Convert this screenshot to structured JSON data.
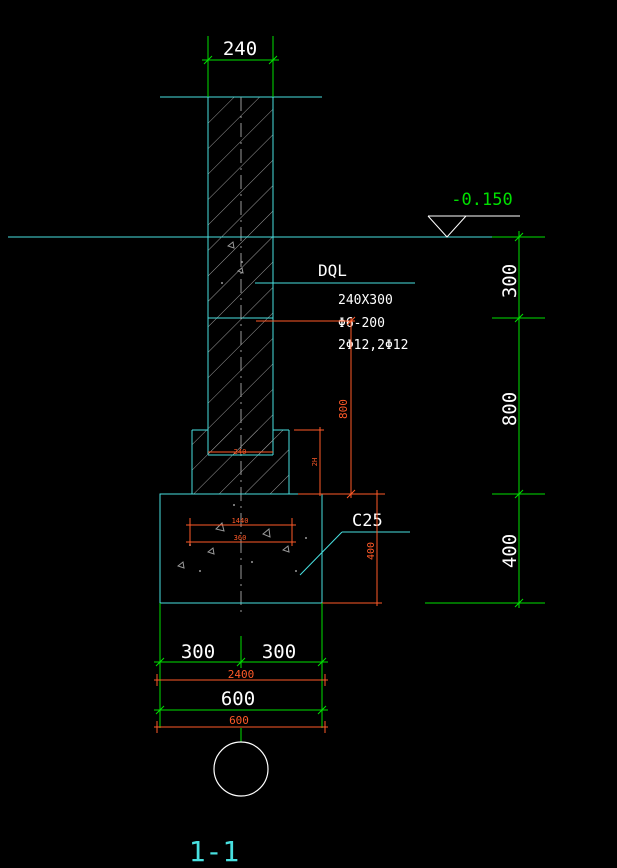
{
  "title": "1-1",
  "dims": {
    "wall_width": "240",
    "elevation": "-0.150",
    "right_300": "300",
    "right_800": "800",
    "right_400": "400",
    "bottom_300_left": "300",
    "bottom_300_right": "300",
    "bottom_2400": "2400",
    "bottom_600_a": "600",
    "bottom_600_b": "600",
    "vertical_800": "800",
    "footing_400": "400",
    "inner_1440": "1440",
    "inner_360": "360",
    "step_240": "240",
    "step_h": "2H"
  },
  "labels": {
    "beam_code": "DQL",
    "beam_size": "240X300",
    "stirrup": "Φ6-200",
    "rebar": "2Φ12,2Φ12",
    "concrete": "C25"
  },
  "colors": {
    "background": "#000000",
    "cyan": "#48e0e0",
    "green": "#00e000",
    "white": "#ffffff",
    "orange": "#ff5a28",
    "gray": "#9a9a9a"
  }
}
